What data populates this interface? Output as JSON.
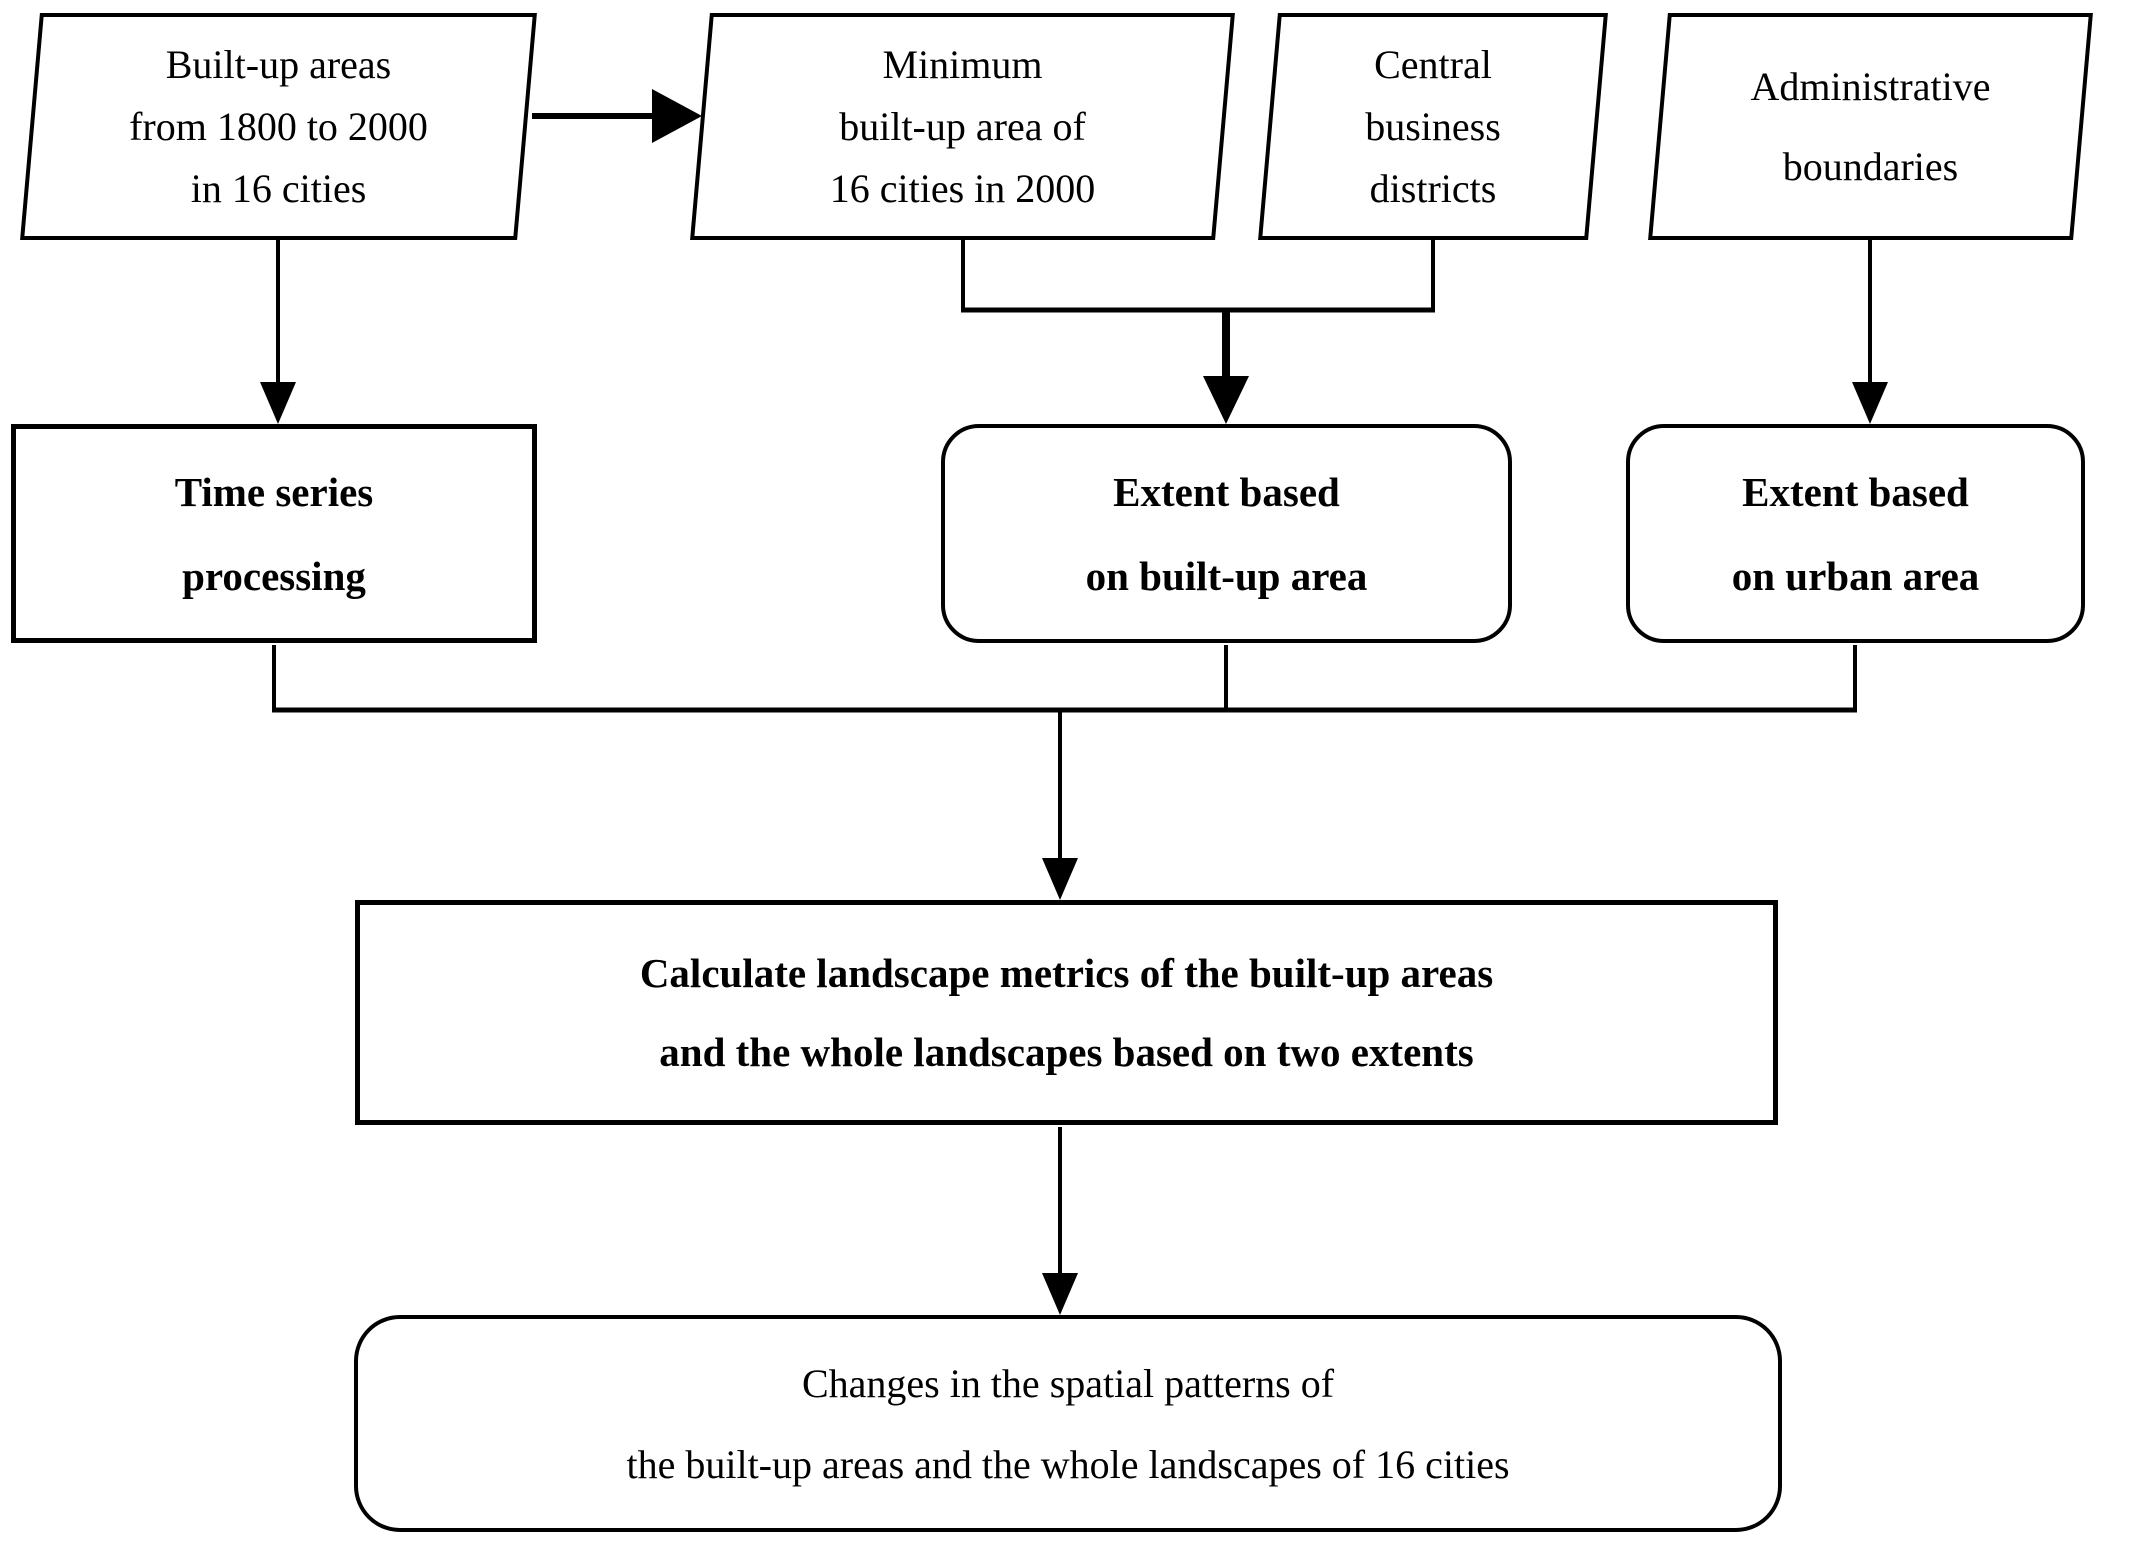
{
  "figure": {
    "type": "flowchart",
    "background": "#ffffff",
    "stroke_color": "#000000",
    "text_color": "#000000"
  },
  "nodes": {
    "builtup_areas": {
      "shape": "parallelogram",
      "lines": [
        "Built-up areas",
        "from 1800 to 2000",
        "in 16 cities"
      ]
    },
    "minimum_builtup": {
      "shape": "parallelogram",
      "lines": [
        "Minimum",
        "built-up area of",
        "16 cities in 2000"
      ]
    },
    "cbd": {
      "shape": "parallelogram",
      "lines": [
        "Central",
        "business",
        "districts"
      ]
    },
    "admin_boundaries": {
      "shape": "parallelogram",
      "lines": [
        "Administrative",
        "boundaries"
      ]
    },
    "time_series": {
      "shape": "rectangle",
      "bold": true,
      "lines": [
        "Time series",
        "processing"
      ]
    },
    "extent_builtup": {
      "shape": "rounded-rectangle",
      "bold": true,
      "lines": [
        "Extent based",
        "on built-up area"
      ]
    },
    "extent_urban": {
      "shape": "rounded-rectangle",
      "bold": true,
      "lines": [
        "Extent based",
        "on urban area"
      ]
    },
    "calculate_metrics": {
      "shape": "rectangle",
      "bold": true,
      "lines": [
        "Calculate landscape metrics of the built-up areas",
        "and the whole landscapes based on two extents"
      ]
    },
    "changes_patterns": {
      "shape": "rounded-rectangle",
      "bold": false,
      "lines": [
        "Changes in the spatial patterns of",
        "the built-up areas and the whole landscapes of 16 cities"
      ]
    }
  },
  "edges": [
    {
      "from": "builtup_areas",
      "to": "minimum_builtup",
      "style": "arrow"
    },
    {
      "from": "builtup_areas",
      "to": "time_series",
      "style": "arrow"
    },
    {
      "from": "minimum_builtup",
      "to": "extent_builtup",
      "style": "merged-arrow"
    },
    {
      "from": "cbd",
      "to": "extent_builtup",
      "style": "merged-arrow"
    },
    {
      "from": "admin_boundaries",
      "to": "extent_urban",
      "style": "arrow"
    },
    {
      "from": "time_series",
      "to": "calculate_metrics",
      "style": "merged-arrow"
    },
    {
      "from": "extent_builtup",
      "to": "calculate_metrics",
      "style": "merged-arrow"
    },
    {
      "from": "extent_urban",
      "to": "calculate_metrics",
      "style": "merged-arrow"
    },
    {
      "from": "calculate_metrics",
      "to": "changes_patterns",
      "style": "arrow"
    }
  ]
}
